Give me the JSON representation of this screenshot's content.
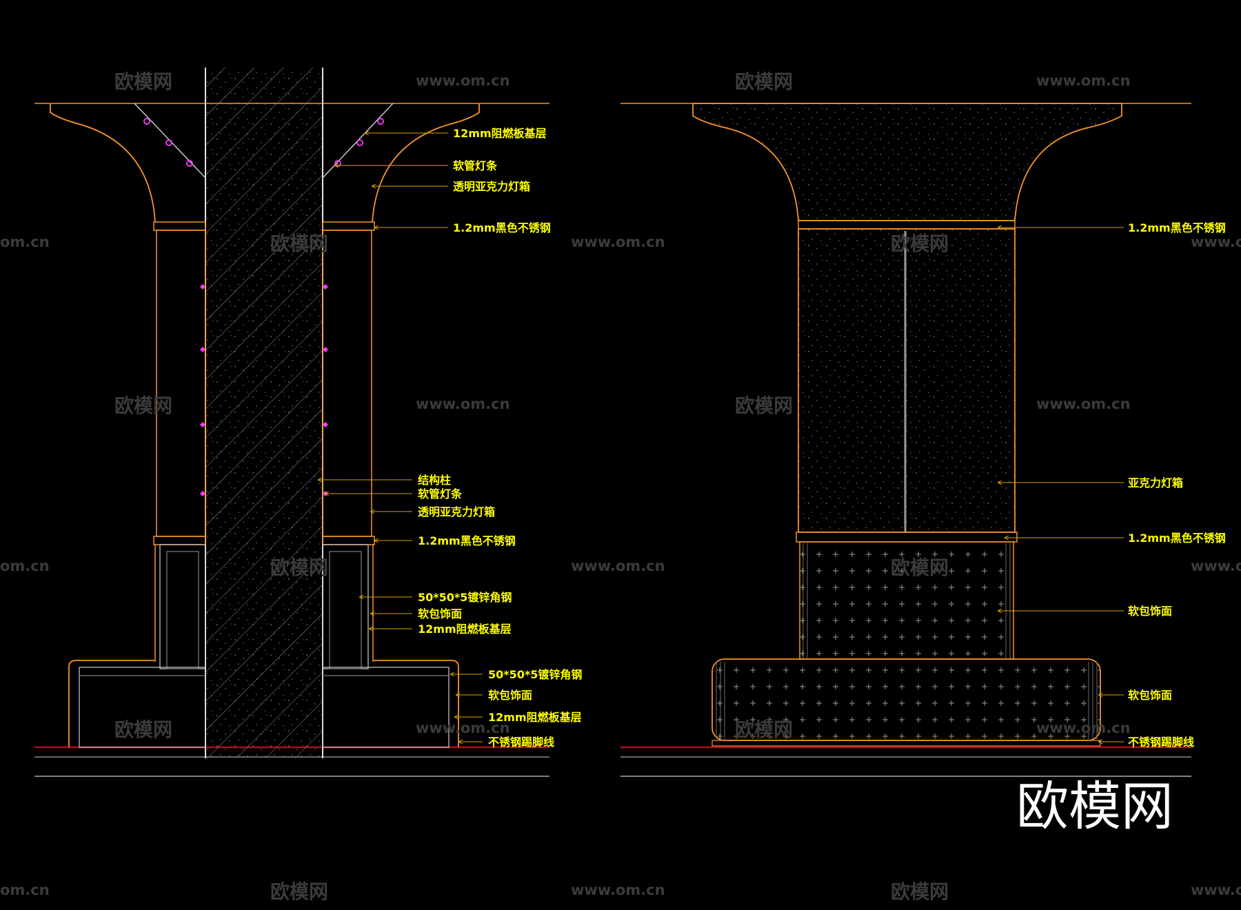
{
  "colors": {
    "background": "#000000",
    "outline": "#f7942a",
    "label": "#ffff00",
    "leader": "#d9a300",
    "light_dot": "#ff3cff",
    "structure": "#9a9a9a",
    "floor": "#b20d22",
    "watermark": "#3b3b3b"
  },
  "left_elevation": {
    "labels": [
      "12mm阻燃板基层",
      "软管灯条",
      "透明亚克力灯箱",
      "1.2mm黑色不锈钢",
      "结构柱",
      "软管灯条",
      "透明亚克力灯箱",
      "1.2mm黑色不锈钢",
      "50*50*5镀锌角钢",
      "软包饰面",
      "12mm阻燃板基层",
      "50*50*5镀锌角钢",
      "软包饰面",
      "12mm阻燃板基层",
      "不锈钢踢脚线"
    ]
  },
  "right_elevation": {
    "labels": [
      "1.2mm黑色不锈钢",
      "亚克力灯箱",
      "1.2mm黑色不锈钢",
      "软包饰面",
      "软包饰面",
      "不锈钢踢脚线"
    ]
  },
  "watermark": {
    "brand": "欧模网",
    "url": "www.om.cn",
    "url_partial": "om.cn"
  }
}
